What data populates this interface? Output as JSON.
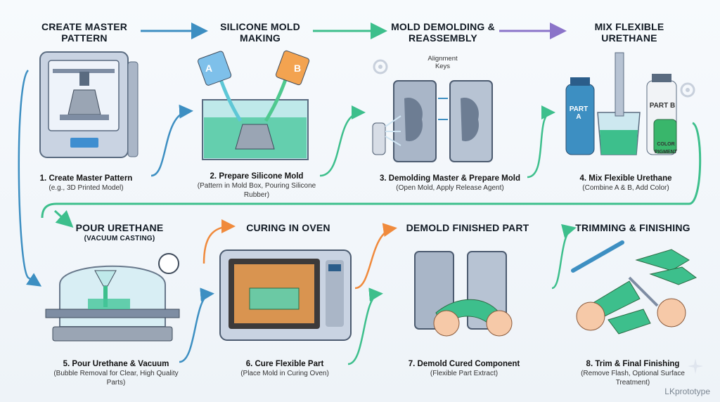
{
  "colors": {
    "accent_blue": "#3d8fc2",
    "accent_green": "#3dbf8c",
    "accent_orange": "#f08a3c",
    "accent_purple": "#8b74c9"
  },
  "steps": [
    {
      "heading": "CREATE MASTER PATTERN",
      "caption_title": "1. Create Master Pattern",
      "caption_desc": "(e.g., 3D Printed Model)"
    },
    {
      "heading": "SILICONE MOLD MAKING",
      "caption_title": "2. Prepare Silicone Mold",
      "caption_desc": "(Pattern in Mold Box, Pouring Silicone Rubber)",
      "label_a": "A",
      "label_b": "B"
    },
    {
      "heading": "MOLD DEMOLDING & REASSEMBLY",
      "caption_title": "3. Demolding Master & Prepare Mold",
      "caption_desc": "(Open Mold, Apply Release Agent)",
      "callout": "Alignment Keys"
    },
    {
      "heading": "MIX FLEXIBLE URETHANE",
      "caption_title": "4. Mix Flexible Urethane",
      "caption_desc": "(Combine A & B, Add Color)",
      "bottle_a": "PART A",
      "bottle_b": "PART B",
      "pigment": "COLOR PIGMENT"
    },
    {
      "heading": "POUR URETHANE",
      "subheading": "(VACUUM CASTING)",
      "caption_title": "5. Pour Urethane & Vacuum",
      "caption_desc": "(Bubble Removal for Clear, High Quality Parts)"
    },
    {
      "heading": "CURING IN OVEN",
      "caption_title": "6. Cure Flexible Part",
      "caption_desc": "(Place Mold in Curing Oven)"
    },
    {
      "heading": "DEMOLD FINISHED PART",
      "caption_title": "7. Demold Cured Component",
      "caption_desc": "(Flexible Part Extract)"
    },
    {
      "heading": "TRIMMING & FINISHING",
      "caption_title": "8. Trim & Final Finishing",
      "caption_desc": "(Remove Flash, Optional Surface Treatment)"
    }
  ],
  "watermark": "LKprototype",
  "icons": [
    "printer-icon",
    "mold-box-icon",
    "mold-halves-icon",
    "beaker-icon",
    "vacuum-chamber-icon",
    "oven-icon",
    "demold-icon",
    "scalpel-icon",
    "gear-icon",
    "sparkle-icon"
  ]
}
